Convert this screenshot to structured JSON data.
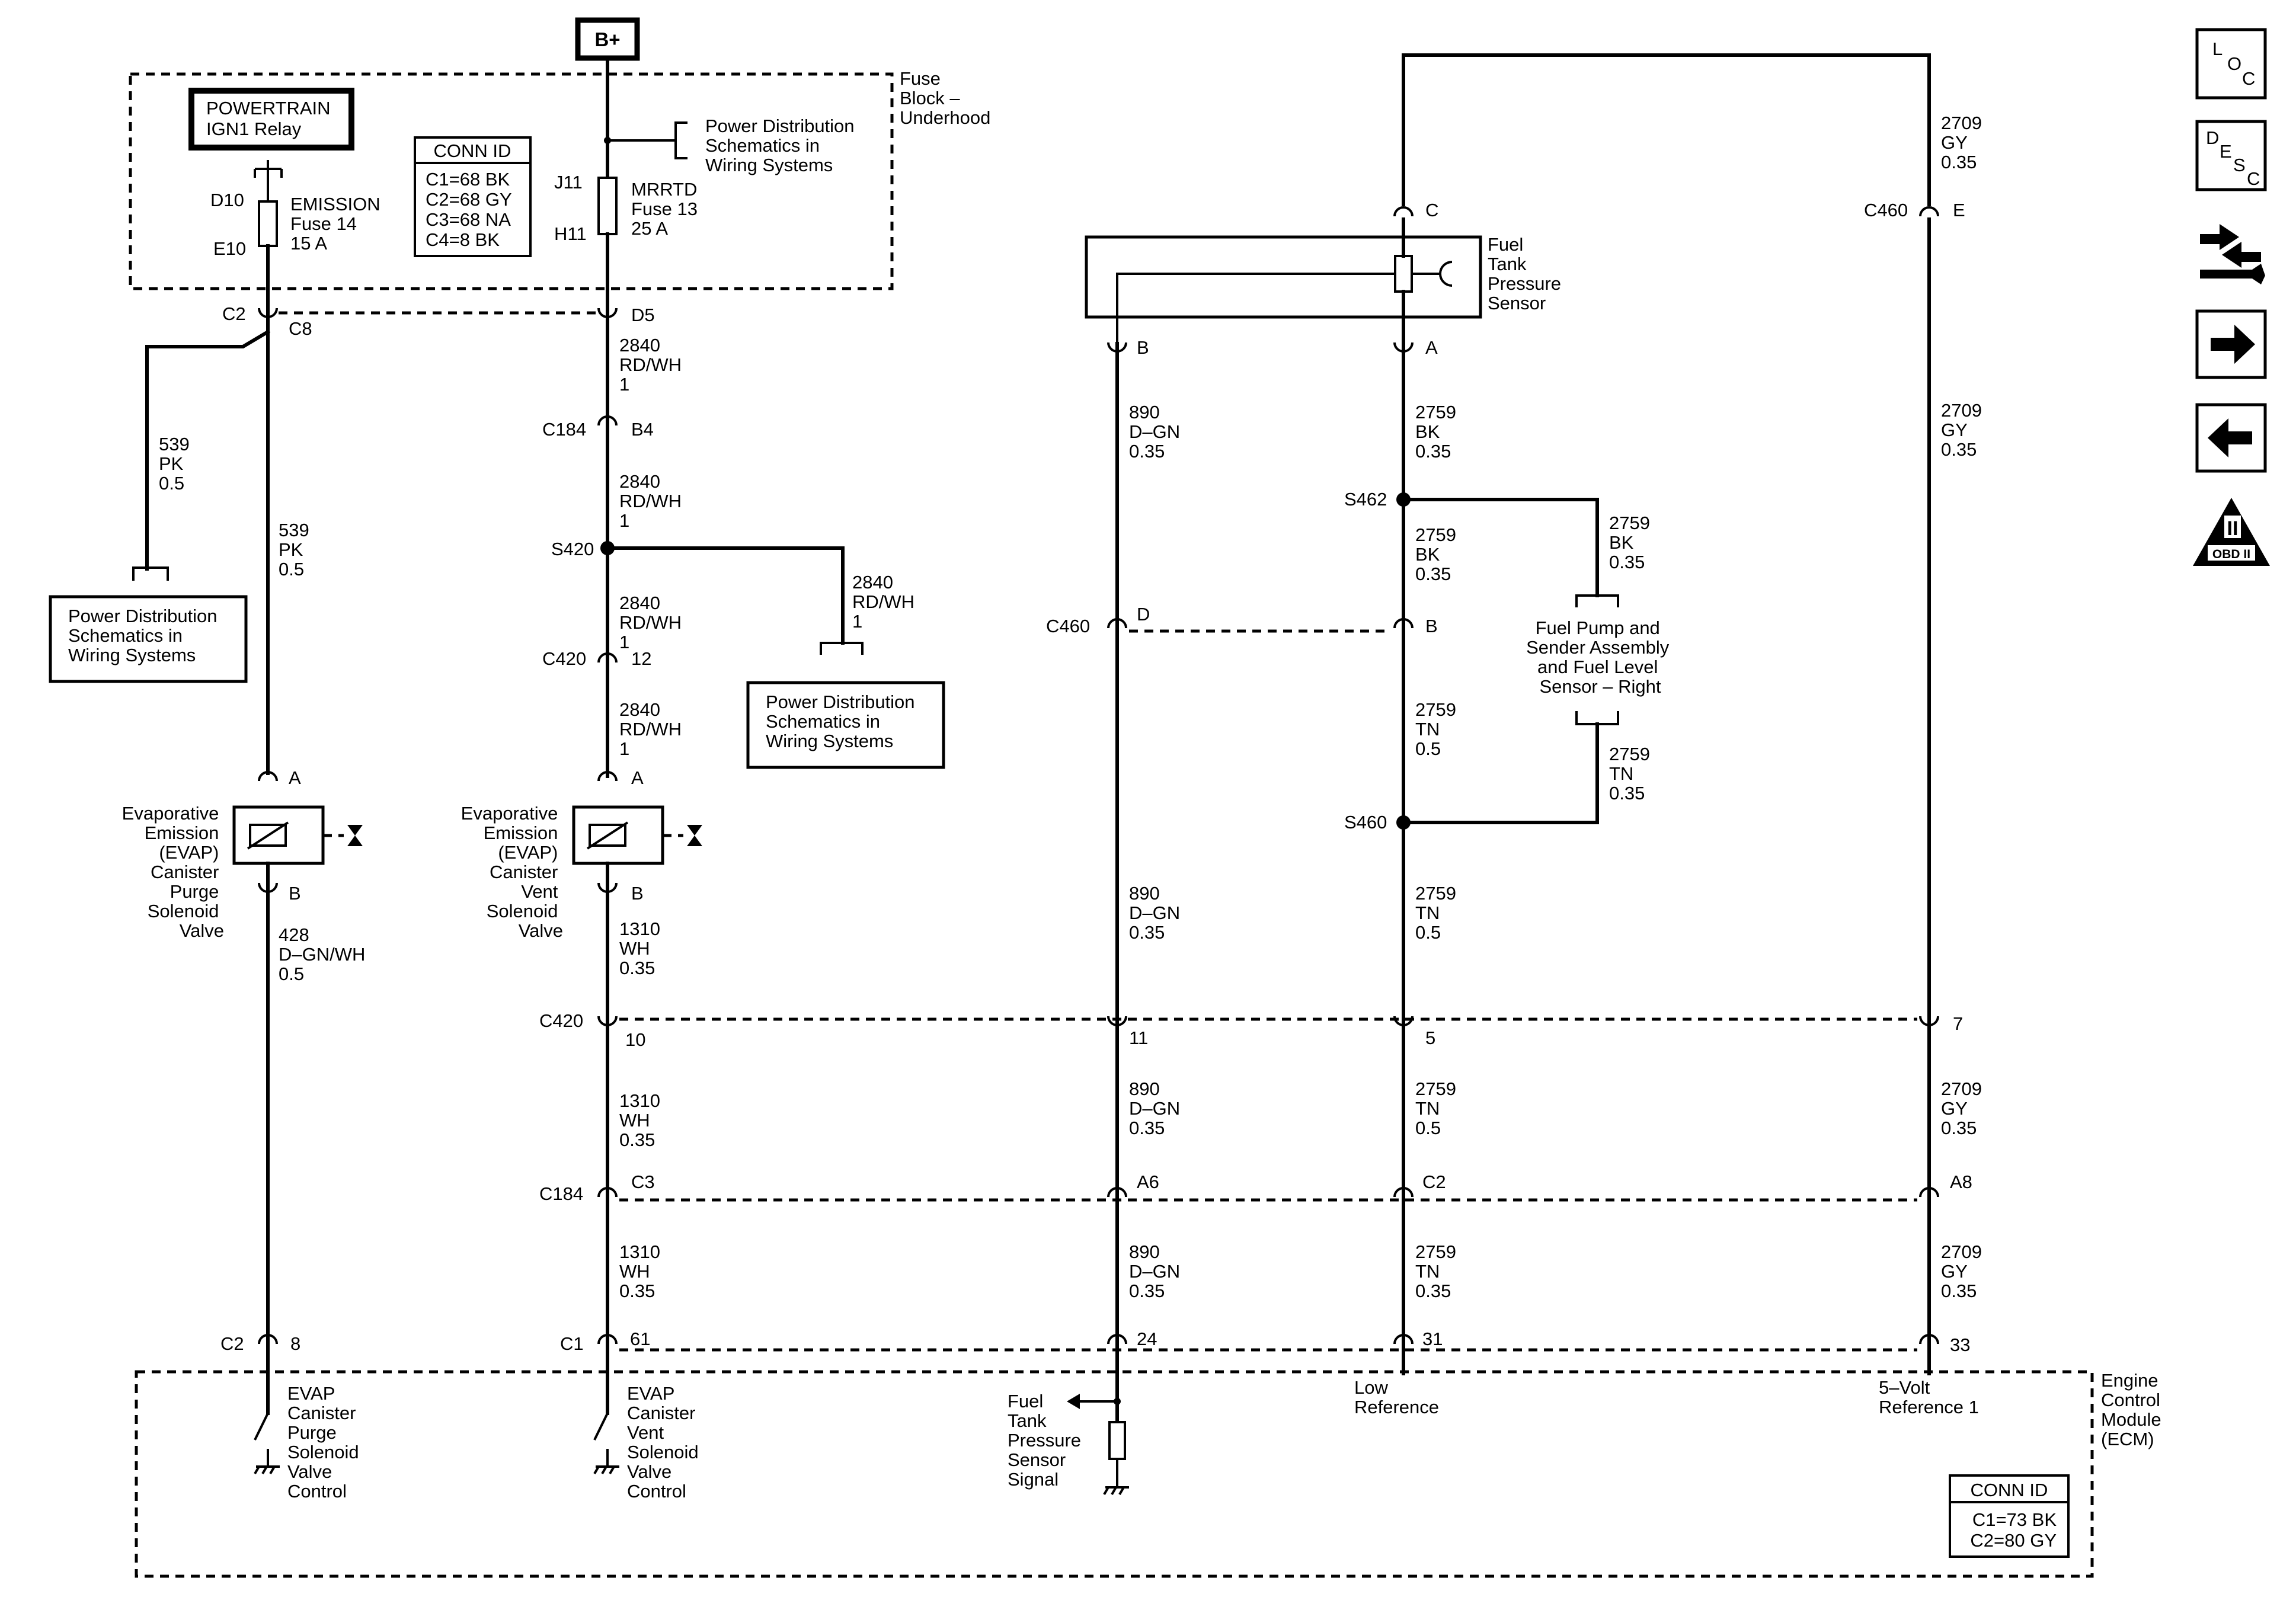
{
  "colors": {
    "ink": "#000000",
    "paper": "#ffffff"
  },
  "battery": "B+",
  "fuse_block": {
    "label": [
      "Fuse",
      "Block –",
      "Underhood"
    ],
    "relay": [
      "POWERTRAIN",
      "IGN1 Relay"
    ],
    "conn_id": {
      "title": "CONN ID",
      "rows": [
        "C1=68 BK",
        "C2=68 GY",
        "C3=68 NA",
        "C4=8 BK"
      ]
    },
    "fuse14": {
      "top_pin": "D10",
      "bottom_pin": "E10",
      "label": [
        "EMISSION",
        "Fuse 14",
        "15 A"
      ]
    },
    "fuse13": {
      "top_pin": "J11",
      "bottom_pin": "H11",
      "label": [
        "MRRTD",
        "Fuse 13",
        "25 A"
      ]
    },
    "pd_ref": [
      "Power Distribution",
      "Schematics in",
      "Wiring Systems"
    ]
  },
  "connectors": {
    "c2": "C2",
    "c8": "C8",
    "d5": "D5",
    "c184": "C184",
    "b4": "B4",
    "s420": "S420",
    "c420": "C420",
    "p12": "12",
    "pin_a": "A",
    "pin_b": "B",
    "pin_c": "C",
    "pin_d": "D",
    "pin_e": "E",
    "c460": "C460",
    "s462": "S462",
    "s460": "S460",
    "c420_pins": [
      "10",
      "11",
      "5",
      "7"
    ],
    "c184_pins": [
      "C3",
      "A6",
      "C2",
      "A8"
    ],
    "c1": "C1",
    "ecm_pins": [
      "8",
      "61",
      "24",
      "31",
      "33"
    ]
  },
  "wires": {
    "w539": [
      "539",
      "PK",
      "0.5"
    ],
    "w2840": [
      "2840",
      "RD/WH",
      "1"
    ],
    "w428": [
      "428",
      "D–GN/WH",
      "0.5"
    ],
    "w1310": [
      "1310",
      "WH",
      "0.35"
    ],
    "w890": [
      "890",
      "D–GN",
      "0.35"
    ],
    "w2759bk": [
      "2759",
      "BK",
      "0.35"
    ],
    "w2759tn05": [
      "2759",
      "TN",
      "0.5"
    ],
    "w2759tn035": [
      "2759",
      "TN",
      "0.35"
    ],
    "w2709": [
      "2709",
      "GY",
      "0.35"
    ]
  },
  "components": {
    "purge_valve": [
      "Evaporative",
      "Emission",
      "(EVAP)",
      "Canister",
      "Purge",
      "Solenoid",
      "Valve"
    ],
    "vent_valve": [
      "Evaporative",
      "Emission",
      "(EVAP)",
      "Canister",
      "Vent",
      "Solenoid",
      "Valve"
    ],
    "tank_sensor": [
      "Fuel",
      "Tank",
      "Pressure",
      "Sensor"
    ],
    "fuel_pump": [
      "Fuel Pump and",
      "Sender Assembly",
      "and Fuel Level",
      "Sensor – Right"
    ]
  },
  "ecm": {
    "label": [
      "Engine",
      "Control",
      "Module",
      "(ECM)"
    ],
    "purge_ctrl": [
      "EVAP",
      "Canister",
      "Purge",
      "Solenoid",
      "Valve",
      "Control"
    ],
    "vent_ctrl": [
      "EVAP",
      "Canister",
      "Vent",
      "Solenoid",
      "Valve",
      "Control"
    ],
    "tank_signal": [
      "Fuel",
      "Tank",
      "Pressure",
      "Sensor",
      "Signal"
    ],
    "low_ref": [
      "Low",
      "Reference"
    ],
    "ref5v": [
      "5–Volt",
      "Reference 1"
    ],
    "conn_id": {
      "title": "CONN ID",
      "rows": [
        "C1=73 BK",
        "C2=80 GY"
      ]
    }
  },
  "nav_icons": {
    "loc": [
      "L",
      "O",
      "C"
    ],
    "desc": [
      "D",
      "E",
      "S",
      "C"
    ],
    "obd": "OBD II",
    "obd_numeral": "II"
  }
}
